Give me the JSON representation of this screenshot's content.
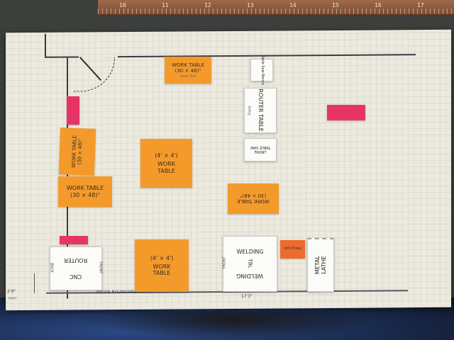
{
  "ruler": {
    "marks": [
      "10",
      "11",
      "12",
      "13",
      "14",
      "15",
      "16",
      "17"
    ]
  },
  "floor_plan": {
    "cards": {
      "work_table_top": {
        "title": "WORK TABLE",
        "size": "(30 × 48)\"",
        "note": "Router Tool"
      },
      "work_table_left_vertical": {
        "title": "WORK TABLE",
        "size": "(30 × 48)\""
      },
      "work_table_left_horizontal": {
        "title": "WORK TABLE",
        "size": "(30 × 48)\""
      },
      "work_table_center_top": {
        "size": "(4' × 4')",
        "title": "WORK TABLE"
      },
      "work_table_center_bottom": {
        "size": "(4' × 4')",
        "title": "WORK TABLE"
      },
      "work_table_right": {
        "title": "WORK TABLE",
        "size": "(30 × 48)\""
      },
      "router_table": {
        "title": "ROUTER TABLE",
        "side": "Front"
      },
      "table_saw": {
        "title": "TABLE SAW",
        "side": "FRONT"
      },
      "small_top_white": {
        "text": "Table Saw Bench"
      },
      "router_cnc": {
        "title": "ROUTER",
        "subtitle": "CNC",
        "side_front": "FRONT",
        "side_back": "BACK"
      },
      "welding_table": {
        "title": "WELDING",
        "subtitle": "TBL",
        "side_front": "FRONT"
      },
      "metal_lathe": {
        "title": "METAL LATHE"
      },
      "small_orange": {
        "text": "Drill Press"
      }
    },
    "dimensions": {
      "left": "2'9\"",
      "left_unit": "(mm)",
      "bottom_label": "DIODE BOUNDARY",
      "bottom_right": "17'3\""
    }
  },
  "colors": {
    "paper": "#ece9df",
    "orange_note": "#f49a2a",
    "pink_note": "#e63467",
    "wall_ink": "#3b3b44"
  }
}
